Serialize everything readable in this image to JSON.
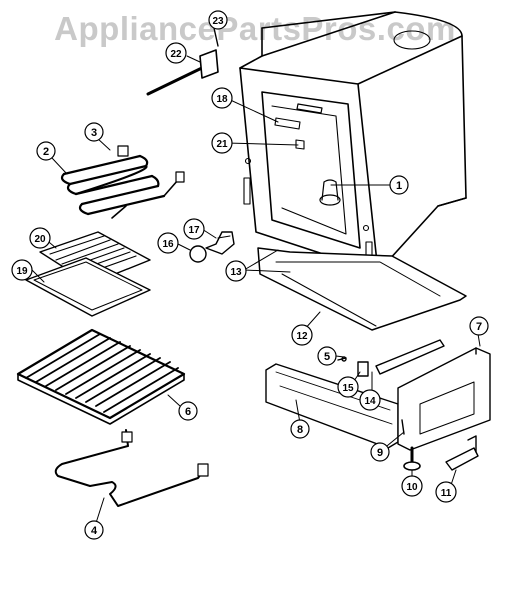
{
  "watermark": "AppliancePartsPros.com",
  "callouts": [
    "1",
    "2",
    "3",
    "4",
    "5",
    "6",
    "7",
    "8",
    "9",
    "10",
    "11",
    "12",
    "13",
    "14",
    "15",
    "16",
    "17",
    "18",
    "19",
    "20",
    "21",
    "22",
    "23"
  ],
  "colors": {
    "line": "#000000",
    "watermark": "#c9c9c9",
    "background": "#ffffff"
  }
}
